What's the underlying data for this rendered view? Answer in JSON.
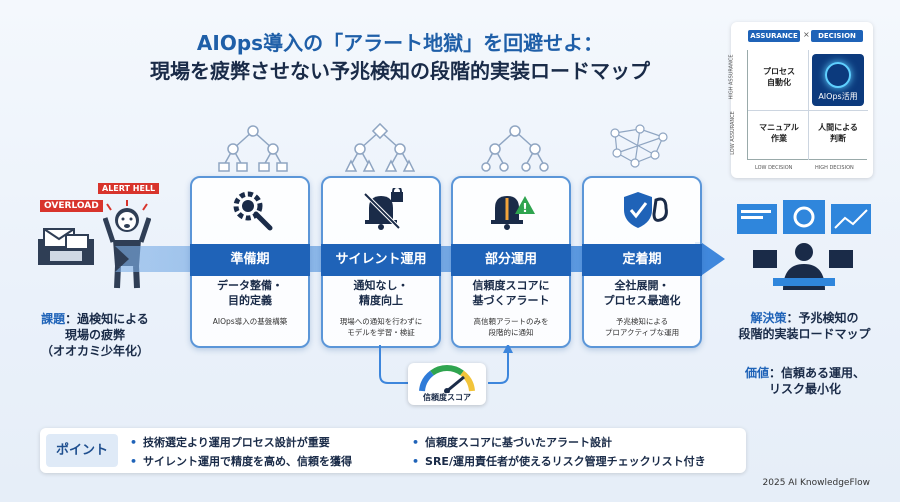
{
  "title": {
    "line1": "AIOps導入の「アラート地獄」を回避せよ：",
    "line2": "現場を疲弊させない予兆検知の段階的実装ロードマップ"
  },
  "matrix": {
    "header_left": "ASSURANCE",
    "header_x": "×",
    "header_right": "DECISION",
    "cell_process": "プロセス\n自動化",
    "cell_ai": "AIOps活用",
    "cell_manual": "マニュアル\n作業",
    "cell_human": "人間による\n判断",
    "y_high": "HIGH ASSURANCE",
    "y_low": "LOW ASSURANCE",
    "x_low": "LOW DECISION",
    "x_high": "HIGH DECISION"
  },
  "problem": {
    "overload_tag": "OVERLOAD",
    "alert_hell_tag": "ALERT HELL",
    "label": "課題",
    "text1": "：過検知による",
    "text2": "現場の疲弊",
    "text3": "（オオカミ少年化）"
  },
  "phases": [
    {
      "name": "準備期",
      "main1": "データ整備・",
      "main2": "目的定義",
      "sub1": "AIOps導入の基盤構築",
      "sub2": ""
    },
    {
      "name": "サイレント運用",
      "main1": "通知なし・",
      "main2": "精度向上",
      "sub1": "現場への通知を行わずに",
      "sub2": "モデルを学習・検証"
    },
    {
      "name": "部分運用",
      "main1": "信頼度スコアに",
      "main2": "基づくアラート",
      "sub1": "高信頼アラートのみを",
      "sub2": "段階的に通知"
    },
    {
      "name": "定着期",
      "main1": "全社展開・",
      "main2": "プロセス最適化",
      "sub1": "予兆検知による",
      "sub2": "プロアクティブな運用"
    }
  ],
  "gauge_label": "信頼度スコア",
  "solution": {
    "label": "解決策",
    "text1": "：予兆検知の",
    "text2": "段階的実装ロードマップ"
  },
  "value": {
    "label": "価値",
    "text1": "：信頼ある運用、",
    "text2": "リスク最小化"
  },
  "points": {
    "tag": "ポイント",
    "items": [
      "技術選定より運用プロセス設計が重要",
      "サイレント運用で精度を高め、信頼を獲得",
      "信頼度スコアに基づいたアラート設計",
      "SRE/運用責任者が使えるリスク管理チェックリスト付き"
    ]
  },
  "footer": "2025 AI KnowledgeFlow",
  "colors": {
    "accent": "#1f63b8",
    "alert": "#d8342c",
    "navy": "#1a2b48"
  }
}
